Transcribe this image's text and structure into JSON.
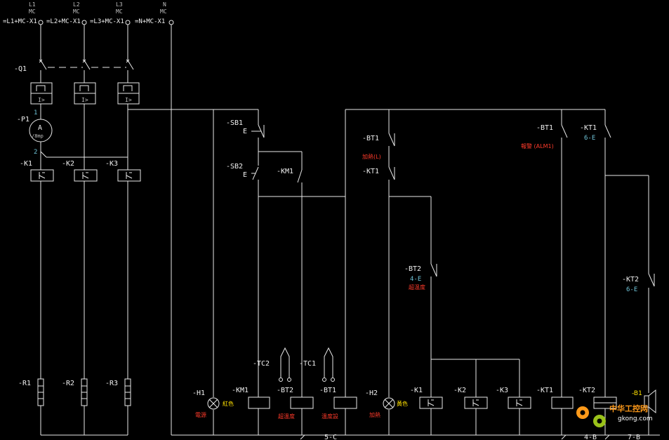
{
  "terminals": [
    {
      "phase": "L1",
      "sub": "MC",
      "label": "=L1+MC-X1"
    },
    {
      "phase": "L2",
      "sub": "MC",
      "label": "=L2+MC-X1"
    },
    {
      "phase": "L3",
      "sub": "MC",
      "label": "=L3+MC-X1"
    },
    {
      "phase": "N",
      "sub": "MC",
      "label": "=N+MC-X1"
    }
  ],
  "main_circuit": {
    "breaker": "-Q1",
    "breaker_icon": "circuit-breaker-icon",
    "ammeter": "-P1",
    "ammeter_symbol": "A",
    "ammeter_range": "/8mp",
    "ammeter_pin1": "1",
    "ammeter_pin2": "2",
    "contactors": [
      "-K1",
      "-K2",
      "-K3"
    ],
    "heaters": [
      "-R1",
      "-R2",
      "-R3"
    ]
  },
  "control": {
    "sb1": "-SB1",
    "sb1_e": "E",
    "sb2": "-SB2",
    "sb2_e": "E",
    "km1": "-KM1",
    "bt1": "-BT1",
    "bt1_note": "加熱(L)",
    "kt1": "-KT1",
    "bt2": "-BT2",
    "bt2_ref": "4-E",
    "bt2_note": "超温度",
    "bt1b": "-BT1",
    "bt1b_note": "報警 (ALM1)",
    "kt1b": "-KT1",
    "kt1b_ref": "6-E",
    "kt2": "-KT2",
    "kt2_ref": "6-E",
    "tc2": "-TC2",
    "tc1": "-TC1"
  },
  "bottom_row": {
    "h1": "-H1",
    "h1_color": "紅色",
    "h1_note": "電源",
    "km1": "-KM1",
    "bt2": "-BT2",
    "bt2_note": "超溫度",
    "bt1": "-BT1",
    "bt1_note": "溫度設",
    "h2": "-H2",
    "h2_color": "黃色",
    "h2_note": "加熱",
    "k1": "-K1",
    "k2": "-K2",
    "k3": "-K3",
    "kt1": "-KT1",
    "kt2": "-KT2",
    "b1": "-B1",
    "ref_5c": "5-C",
    "ref_4b": "4-B",
    "ref_7b": "7-B"
  },
  "watermark": {
    "cn": "中华工控网",
    "url": "gkong.com"
  },
  "colors": {
    "wire": "#e8e8e8",
    "text": "#f0f0f0",
    "ref": "#6fc4d8",
    "note_red": "#ff3a2a",
    "note_yellow": "#ffe000"
  }
}
